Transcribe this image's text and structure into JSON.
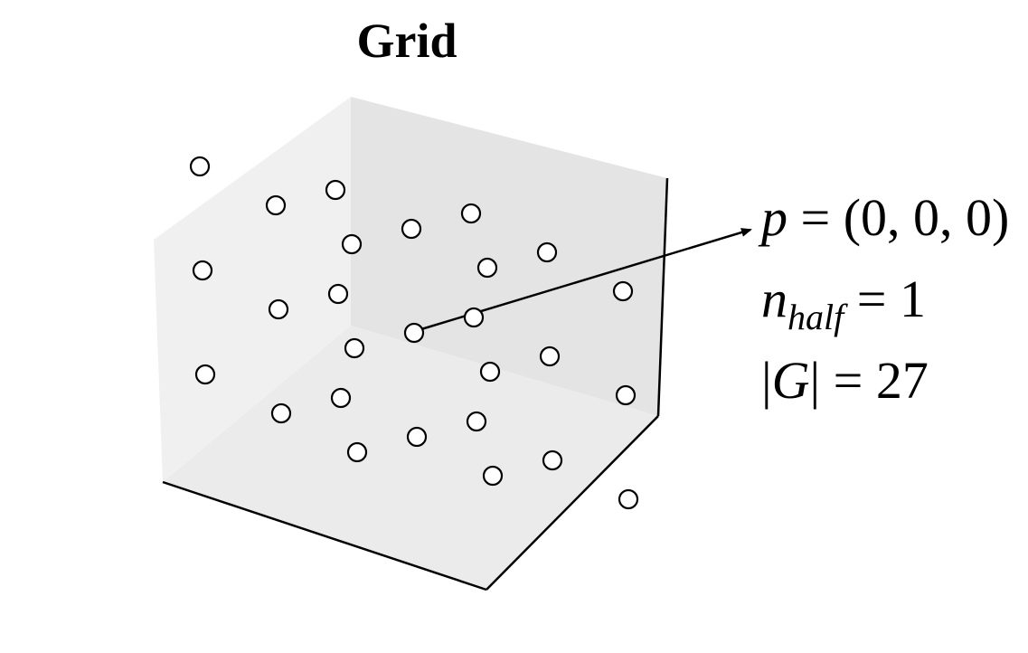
{
  "title": "Grid",
  "annotation": {
    "p_label": "p",
    "p_value": "= (0, 0, 0)",
    "n_symbol": "n",
    "n_subscript": "half",
    "n_value": "= 1",
    "g_symbol": "G",
    "g_value": "= 27"
  },
  "colors": {
    "background": "#ffffff",
    "pane_left": "#f0f0f0",
    "pane_back": "#e4e4e4",
    "pane_floor": "#ebebeb",
    "edge": "#000000",
    "point_stroke": "#000000",
    "point_fill": "#ffffff"
  },
  "grid": {
    "points_per_axis": 3,
    "axis_values": [
      -1,
      0,
      1
    ],
    "count": 27,
    "highlighted_point": [
      0,
      0,
      0
    ]
  }
}
